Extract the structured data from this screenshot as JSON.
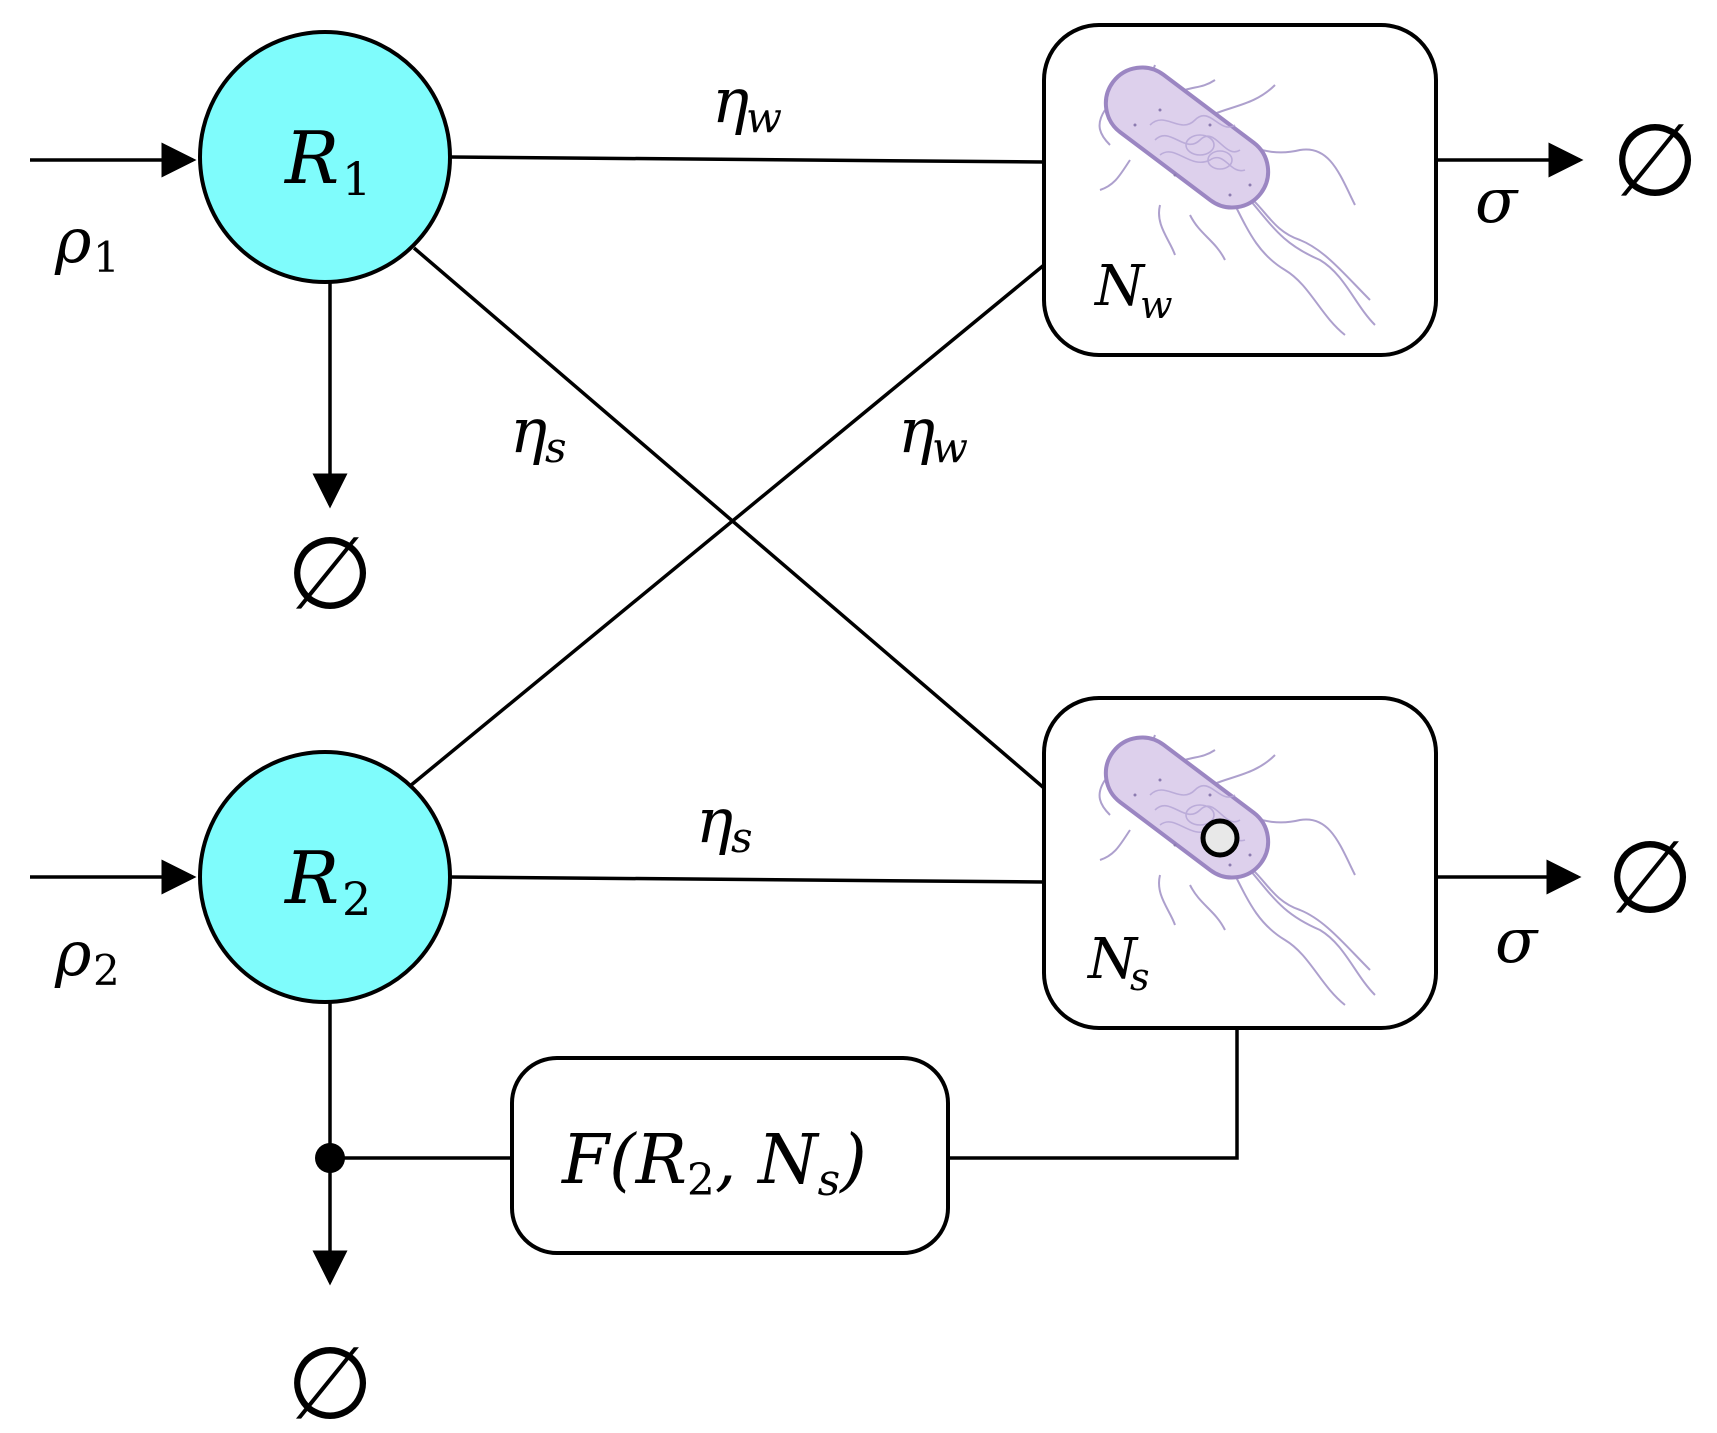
{
  "nodes": {
    "r1": {
      "symbol": "R",
      "sub": "1",
      "color": "#7ffcfc"
    },
    "r2": {
      "symbol": "R",
      "sub": "2",
      "color": "#7ffcfc"
    },
    "nw": {
      "symbol": "N",
      "sub": "w",
      "icon": "bacterium-icon"
    },
    "ns": {
      "symbol": "N",
      "sub": "s",
      "icon": "bacterium-with-spore-icon"
    },
    "f": {
      "text": "F(R",
      "sub1": "2",
      "mid": ", N",
      "sub2": "s",
      "close": ")"
    }
  },
  "edges": {
    "rho1": {
      "symbol": "ρ",
      "sub": "1"
    },
    "rho2": {
      "symbol": "ρ",
      "sub": "2"
    },
    "r1_nw": {
      "symbol": "η",
      "sub": "w"
    },
    "r1_ns": {
      "symbol": "η",
      "sub": "s"
    },
    "r2_nw": {
      "symbol": "η",
      "sub": "w"
    },
    "r2_ns": {
      "symbol": "η",
      "sub": "s"
    },
    "sigma_w": {
      "symbol": "σ"
    },
    "sigma_s": {
      "symbol": "σ"
    }
  },
  "sinks": {
    "symbol": "∅"
  },
  "colors": {
    "bacterium_fill": "#ddd0ec",
    "bacterium_stroke": "#9b86c2",
    "spore_fill": "#e8e8e8"
  }
}
